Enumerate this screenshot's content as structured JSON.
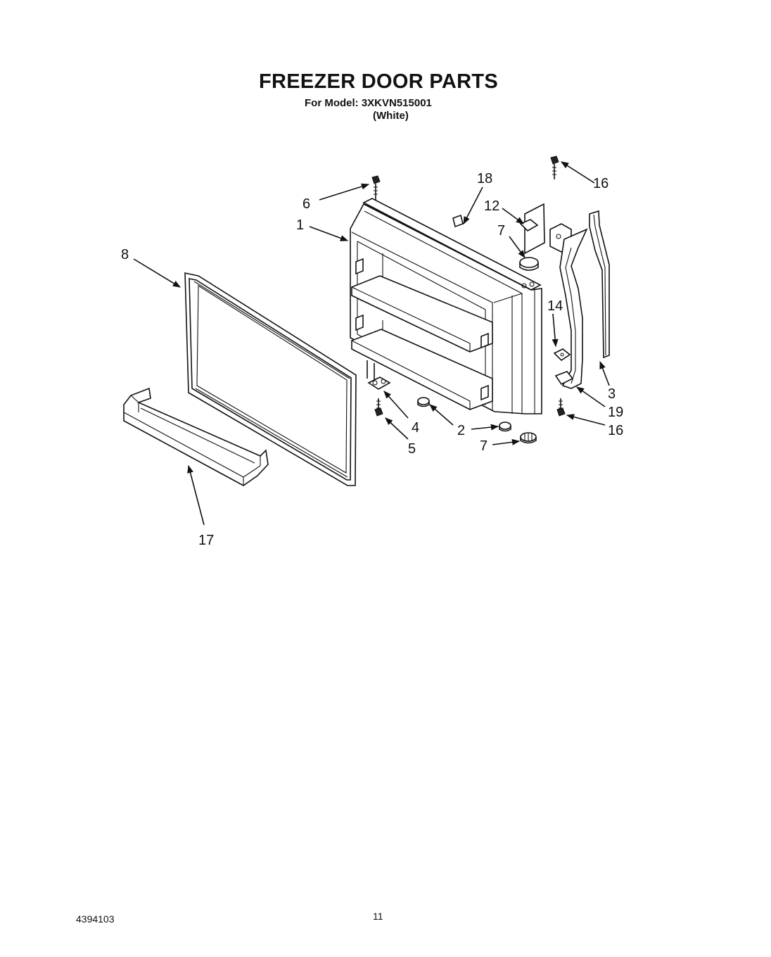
{
  "header": {
    "title": "FREEZER DOOR PARTS",
    "model_line": "For Model: 3XKVN515001",
    "color_line": "(White)"
  },
  "callouts": [
    {
      "id": "c1",
      "label": "1"
    },
    {
      "id": "c2",
      "label": "2"
    },
    {
      "id": "c3",
      "label": "3"
    },
    {
      "id": "c4",
      "label": "4"
    },
    {
      "id": "c5",
      "label": "5"
    },
    {
      "id": "c6",
      "label": "6"
    },
    {
      "id": "c7a",
      "label": "7"
    },
    {
      "id": "c7b",
      "label": "7"
    },
    {
      "id": "c8",
      "label": "8"
    },
    {
      "id": "c12",
      "label": "12"
    },
    {
      "id": "c14",
      "label": "14"
    },
    {
      "id": "c16a",
      "label": "16"
    },
    {
      "id": "c16b",
      "label": "16"
    },
    {
      "id": "c17",
      "label": "17"
    },
    {
      "id": "c18",
      "label": "18"
    },
    {
      "id": "c19",
      "label": "19"
    }
  ],
  "footer": {
    "document_number": "4394103",
    "page_number": "11"
  }
}
